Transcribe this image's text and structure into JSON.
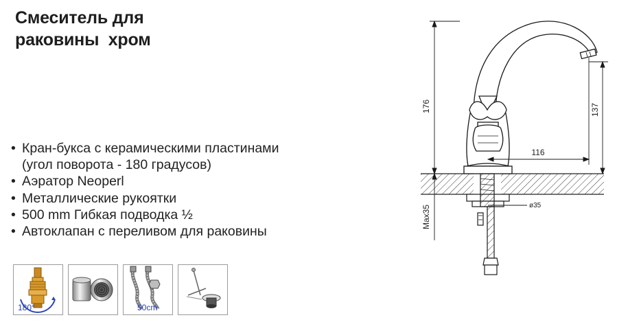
{
  "title": {
    "line1": "Смеситель для",
    "line2": "раковины  хром"
  },
  "bullet_symbol": "•",
  "features": [
    {
      "text": "Кран-букса с керамическими пластинами",
      "continuation": "(угол поворота - 180 градусов)"
    },
    {
      "text": "Аэратор Neoperl"
    },
    {
      "text": "Металлические рукоятки"
    },
    {
      "text": "500 mm Гибкая подводка ½"
    },
    {
      "text": "Автоклапан с переливом для раковины"
    }
  ],
  "thumbnails": [
    {
      "icon": "cartridge-icon",
      "caption": "180°"
    },
    {
      "icon": "aerator-icon",
      "caption": ""
    },
    {
      "icon": "flexible-hose-icon",
      "caption": "50cm"
    },
    {
      "icon": "drain-valve-icon",
      "caption": ""
    }
  ],
  "dimensions": {
    "height_total": "176",
    "height_spout": "137",
    "reach": "116",
    "mount_thickness": "Max35",
    "diameter": "ø35"
  },
  "colors": {
    "text": "#1e1e1e",
    "caption": "#2a45b8",
    "brass": "#d99a2b",
    "line": "#1a1a1a"
  }
}
